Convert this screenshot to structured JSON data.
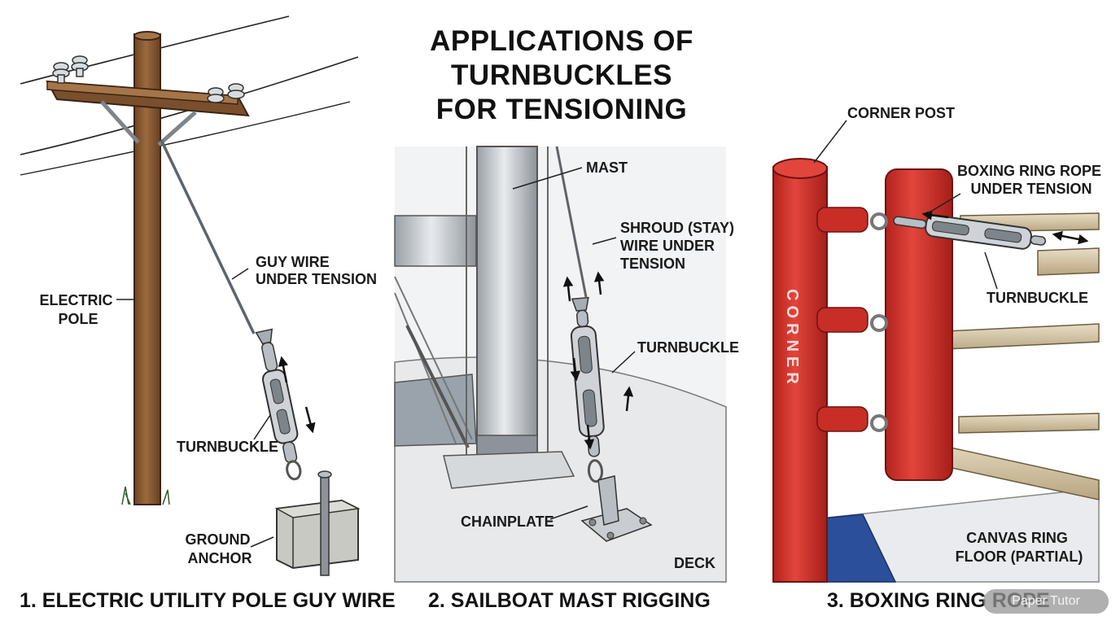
{
  "title_lines": [
    "APPLICATIONS OF",
    "TURNBUCKLES",
    "FOR TENSIONING"
  ],
  "panels": [
    {
      "caption": "1. ELECTRIC UTILITY POLE GUY WIRE",
      "labels": {
        "pole": [
          "ELECTRIC",
          "POLE"
        ],
        "guy_wire": [
          "GUY WIRE",
          "UNDER TENSION"
        ],
        "turnbuckle": "TURNBUCKLE",
        "anchor": [
          "GROUND",
          "ANCHOR"
        ]
      }
    },
    {
      "caption": "2. SAILBOAT MAST RIGGING",
      "labels": {
        "mast": "MAST",
        "shroud": [
          "SHROUD (STAY)",
          "WIRE UNDER",
          "TENSION"
        ],
        "turnbuckle": "TURNBUCKLE",
        "chainplate": "CHAINPLATE",
        "deck": "DECK"
      }
    },
    {
      "caption": "3. BOXING RING ROPE",
      "labels": {
        "corner_post": "CORNER POST",
        "rope": [
          "BOXING RING ROPE",
          "UNDER TENSION"
        ],
        "turnbuckle": "TURNBUCKLE",
        "canvas": [
          "CANVAS RING",
          "FLOOR (PARTIAL)"
        ],
        "corner_text": "CORNER"
      }
    }
  ],
  "watermark": "Paper Tutor",
  "colors": {
    "wood": "#8a5a34",
    "metal": "#b9bec4",
    "post_red": "#d5322b",
    "rope": "#d8c9aa",
    "canvas_blue": "#2b4f9a",
    "concrete": "#c9c9c4"
  }
}
